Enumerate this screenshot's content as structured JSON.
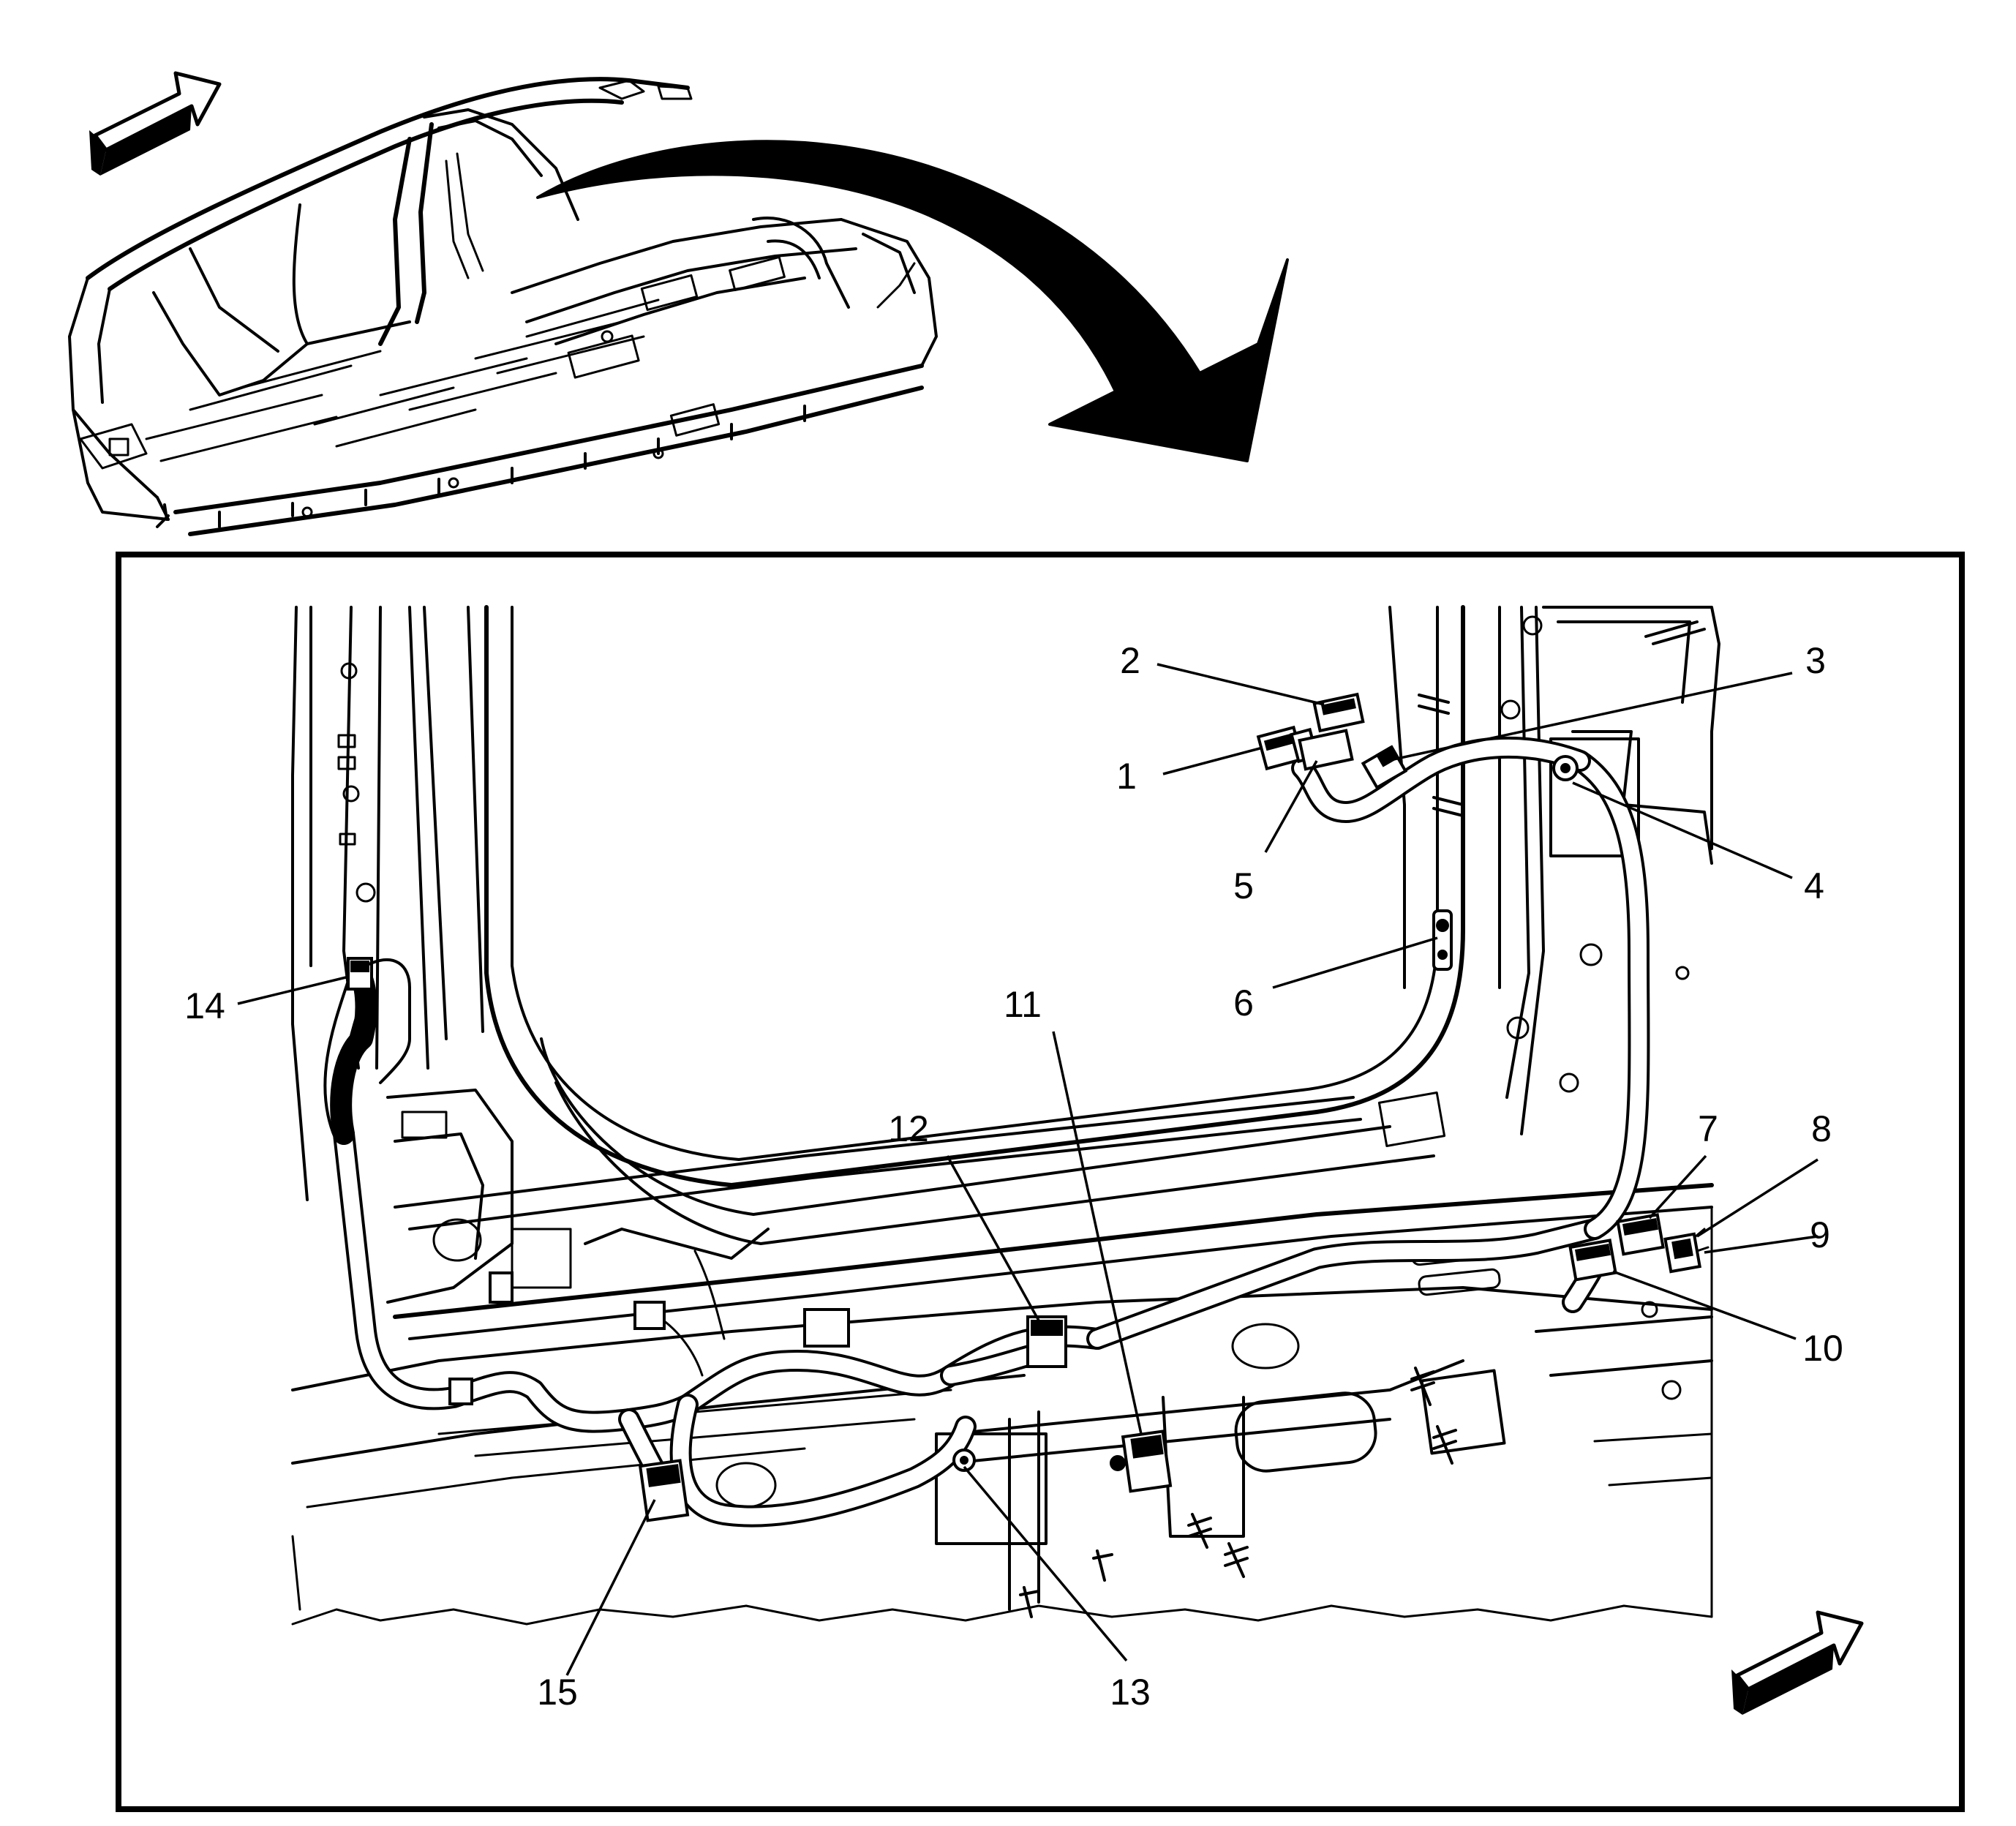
{
  "callouts": [
    {
      "id": "1",
      "label": "1"
    },
    {
      "id": "2",
      "label": "2"
    },
    {
      "id": "3",
      "label": "3"
    },
    {
      "id": "4",
      "label": "4"
    },
    {
      "id": "5",
      "label": "5"
    },
    {
      "id": "6",
      "label": "6"
    },
    {
      "id": "7",
      "label": "7"
    },
    {
      "id": "8",
      "label": "8"
    },
    {
      "id": "9",
      "label": "9"
    },
    {
      "id": "10",
      "label": "10"
    },
    {
      "id": "11",
      "label": "11"
    },
    {
      "id": "12",
      "label": "12"
    },
    {
      "id": "13",
      "label": "13"
    },
    {
      "id": "14",
      "label": "14"
    },
    {
      "id": "15",
      "label": "15"
    }
  ],
  "icons": {
    "forward_arrow_top": "forward-direction-arrow-icon",
    "forward_arrow_bottom": "forward-direction-arrow-icon",
    "zoom_arrow": "zoom-in-curved-arrow-icon"
  },
  "colors": {
    "ink": "#000000",
    "paper": "#ffffff"
  }
}
